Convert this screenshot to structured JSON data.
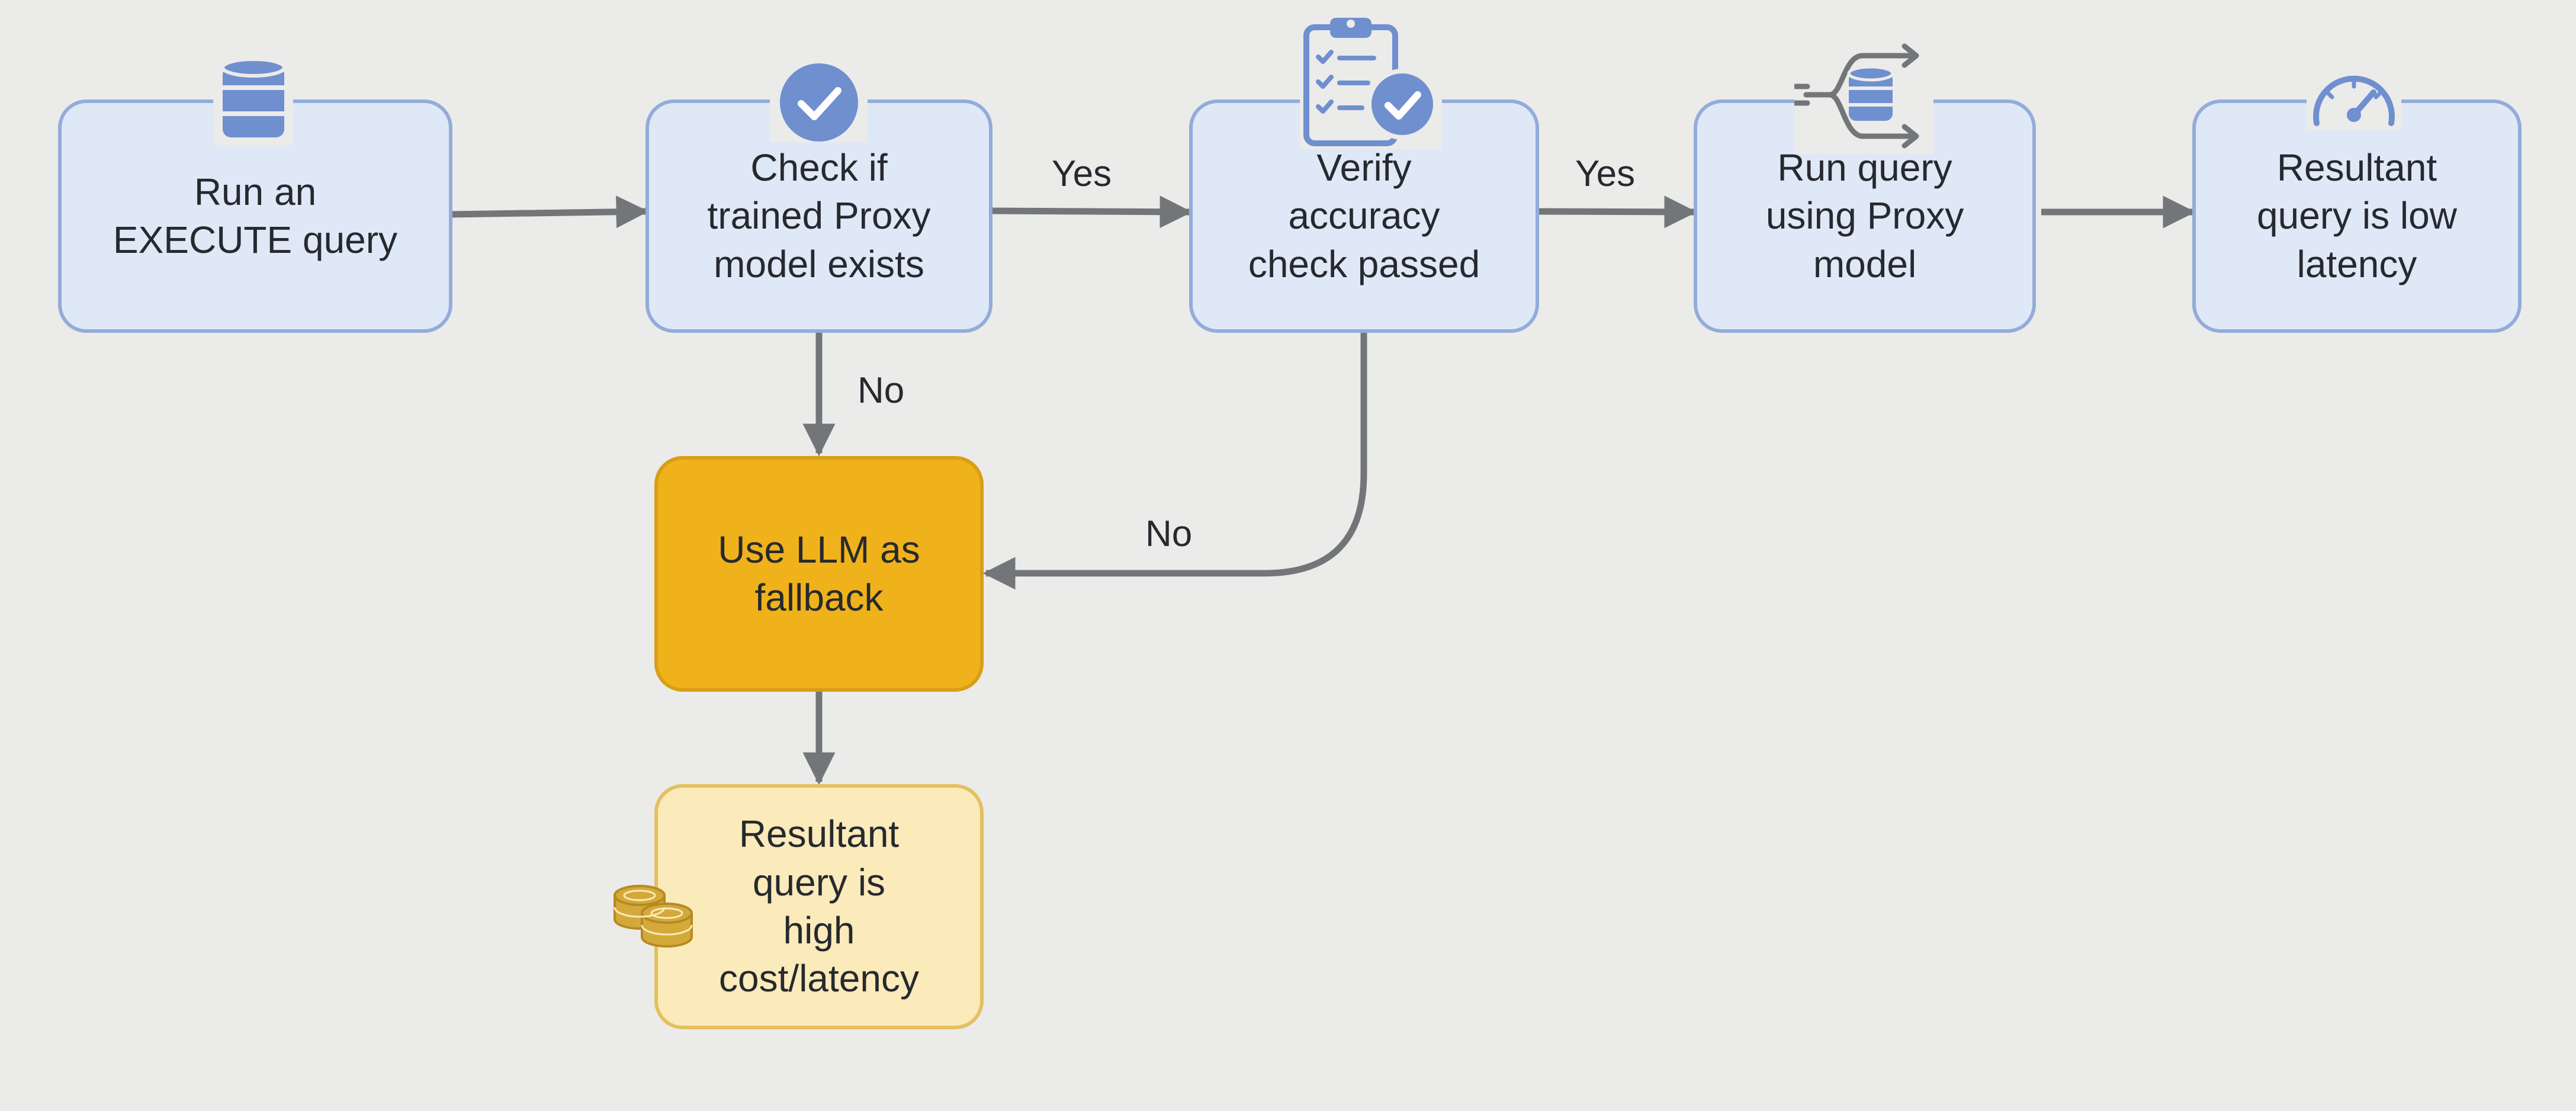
{
  "diagram": {
    "nodes": {
      "run_execute": {
        "label": "Run an\nEXECUTE query",
        "icon": "database-icon"
      },
      "check_proxy": {
        "label": "Check if\ntrained Proxy\nmodel exists",
        "icon": "checkmark-circle-icon"
      },
      "verify_accuracy": {
        "label": "Verify\naccuracy\ncheck passed",
        "icon": "clipboard-check-icon"
      },
      "run_proxy": {
        "label": "Run query\nusing Proxy\nmodel",
        "icon": "database-routing-icon"
      },
      "low_latency": {
        "label": "Resultant\nquery is low\nlatency",
        "icon": "speedometer-icon"
      },
      "llm_fallback": {
        "label": "Use LLM as\nfallback"
      },
      "high_cost": {
        "label": "Resultant\nquery is\nhigh\ncost/latency",
        "icon": "coins-icon"
      }
    },
    "edges": {
      "check_to_verify": "Yes",
      "verify_to_run_proxy": "Yes",
      "check_to_llm": "No",
      "verify_to_llm": "No"
    },
    "colors": {
      "background": "#ebebea",
      "blue_fill": "#dfe8f6",
      "blue_border": "#93acd9",
      "icon_blue": "#6f8fcf",
      "fallback_fill": "#f0b21b",
      "result_fill": "#fbeaba",
      "coin_gold": "#d4a93a",
      "arrow": "#737678"
    }
  }
}
